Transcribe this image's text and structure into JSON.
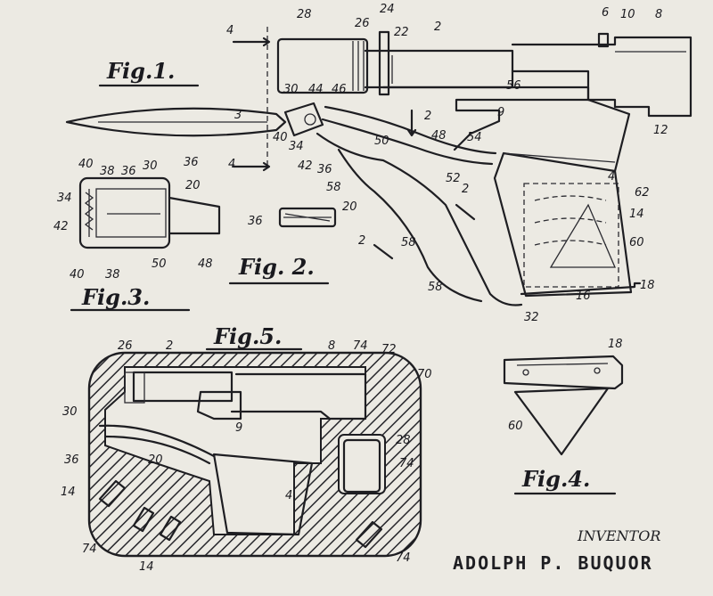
{
  "figures": {
    "fig1": "Fig.1.",
    "fig2": "Fig. 2.",
    "fig3": "Fig.3.",
    "fig4": "Fig.4.",
    "fig5": "Fig.5."
  },
  "refs": {
    "r28_top": "28",
    "r26_top": "26",
    "r24": "24",
    "r22": "22",
    "r2_top": "2",
    "r6": "6",
    "r10": "10",
    "r8_top": "8",
    "r4_sec_top": "4",
    "r4_sec_bot": "4",
    "r30_f1": "30",
    "r44": "44",
    "r46": "46",
    "r56": "56",
    "r9_f1": "9",
    "r12": "12",
    "r3_sec": "3",
    "r2_sec": "2",
    "r36_f1": "36",
    "r40_f1": "40",
    "r34_f1": "34",
    "r42_f1": "42",
    "r36_f1b": "36",
    "r50_f1": "50",
    "r48_f1": "48",
    "r54": "54",
    "r52": "52",
    "r58_a": "58",
    "r4_grip": "4",
    "r62": "62",
    "r14_f1": "14",
    "r60_f1": "60",
    "r2_arrow": "2",
    "r2_arrow2": "2",
    "r58_b": "58",
    "r58_c": "58",
    "r16": "16",
    "r18_f1": "18",
    "r32": "32",
    "r40_f3a": "40",
    "r38_f3a": "38",
    "r36_f3": "36",
    "r30_f3": "30",
    "r20_f3": "20",
    "r34_f3": "34",
    "r42_f3": "42",
    "r40_f3b": "40",
    "r38_f3b": "38",
    "r50_f3": "50",
    "r48_f3": "48",
    "r36_f2": "36",
    "r20_f2": "20",
    "r26_f5": "26",
    "r2_f5": "2",
    "r8_f5": "8",
    "r74_f5a": "74",
    "r72": "72",
    "r70": "70",
    "r30_f5": "30",
    "r9_f5": "9",
    "r36_f5": "36",
    "r20_f5": "20",
    "r14_f5a": "14",
    "r4_f5": "4",
    "r28_f5": "28",
    "r74_f5b": "74",
    "r74_f5c": "74",
    "r14_f5b": "14",
    "r74_f5d": "74",
    "r18_f4": "18",
    "r60_f4": "60"
  },
  "inventor": {
    "label": "INVENTOR",
    "name": "ADOLPH P. BUQUOR"
  }
}
